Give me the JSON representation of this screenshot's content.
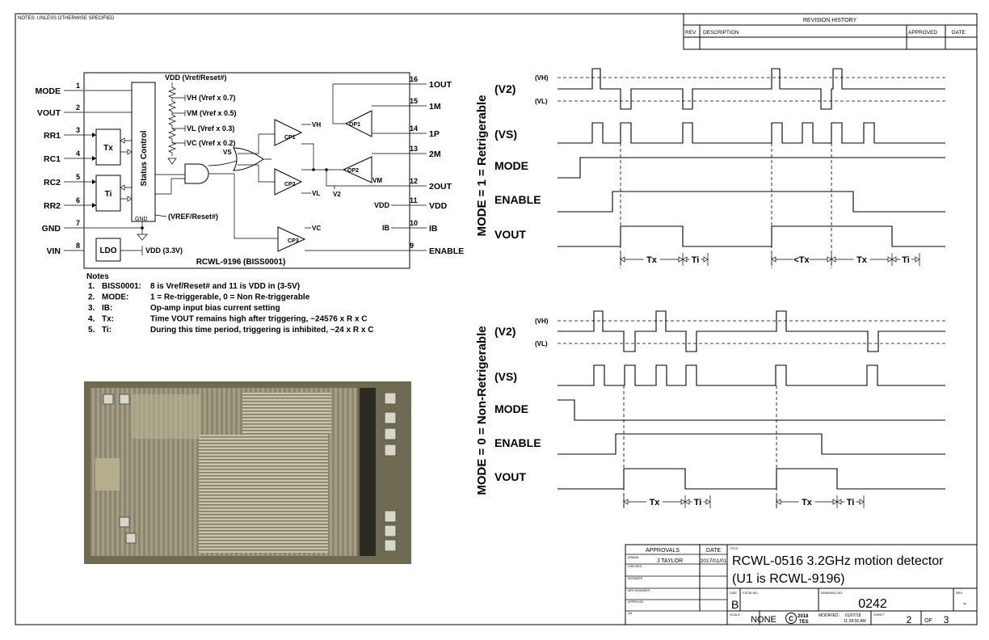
{
  "notes_header": "NOTES:  UNLESS OTHERWISE SPECIFIED",
  "revision": {
    "title": "REVISION HISTORY",
    "col_rev": "REV",
    "col_description": "DESCRIPTION",
    "col_approved": "APPROVED",
    "col_date": "DATE"
  },
  "schematic": {
    "chip_name": "RCWL-9196 (BISS0001)",
    "status_control": "Status Control",
    "gnd_inner": "GND",
    "vref_reset_inner": "(VREF/Reset#)",
    "vdd_top": "VDD (Vref/Reset#)",
    "ladder": [
      "VH (Vref x 0.7)",
      "VM (Vref x 0.5)",
      "VL (Vref x 0.3)",
      "VC (Vref x 0.2)"
    ],
    "vs": "VS",
    "v2": "V2",
    "tx": "Tx",
    "ti": "Ti",
    "ldo": "LDO",
    "vdd33": "VDD (3.3V)",
    "cp1": "CP1",
    "cp2": "CP2",
    "cp3": "CP3",
    "op1": "OP1",
    "op2": "OP2",
    "cp1_in": "VH",
    "cp2_in": "VL",
    "cp3_in": "VC",
    "op2_in": "VM",
    "vdd_in": "VDD",
    "ib_in": "IB",
    "left_pins": [
      {
        "num": "1",
        "name": "MODE"
      },
      {
        "num": "2",
        "name": "VOUT"
      },
      {
        "num": "3",
        "name": "RR1"
      },
      {
        "num": "4",
        "name": "RC1"
      },
      {
        "num": "5",
        "name": "RC2"
      },
      {
        "num": "6",
        "name": "RR2"
      },
      {
        "num": "7",
        "name": "GND"
      },
      {
        "num": "8",
        "name": "VIN"
      }
    ],
    "right_pins": [
      {
        "num": "16",
        "name": "1OUT"
      },
      {
        "num": "15",
        "name": "1M"
      },
      {
        "num": "14",
        "name": "1P"
      },
      {
        "num": "13",
        "name": "2M"
      },
      {
        "num": "12",
        "name": "2OUT"
      },
      {
        "num": "11",
        "name": "VDD"
      },
      {
        "num": "10",
        "name": "IB"
      },
      {
        "num": "9",
        "name": "ENABLE"
      }
    ]
  },
  "notes": {
    "title": "Notes",
    "items": [
      {
        "num": "1.",
        "key": "BISS0001:",
        "text": "8 is Vref/Reset# and 11 is VDD in (3-5V)"
      },
      {
        "num": "2.",
        "key": "MODE:",
        "text": "1 = Re-triggerable, 0 = Non Re-triggerable"
      },
      {
        "num": "3.",
        "key": "IB:",
        "text": "Op-amp input bias current setting"
      },
      {
        "num": "4.",
        "key": "Tx:",
        "text": "Time VOUT remains high after triggering, ~24576 x R x C"
      },
      {
        "num": "5.",
        "key": "Ti:",
        "text": "During this time period, triggering is inhibited, ~24 x R x C"
      }
    ]
  },
  "timing_top": {
    "side_label": "MODE = 1 = Retrigerable",
    "vh": "(VH)",
    "vl": "(VL)",
    "signals": [
      "(V2)",
      "(VS)",
      "MODE",
      "ENABLE",
      "VOUT"
    ],
    "intervals": [
      "Tx",
      "Ti",
      "<Tx",
      "Tx",
      "Ti"
    ]
  },
  "timing_bottom": {
    "side_label": "MODE = 0 = Non-Retrigerable",
    "vh": "(VH)",
    "vl": "(VL)",
    "signals": [
      "(V2)",
      "(VS)",
      "MODE",
      "ENABLE",
      "VOUT"
    ],
    "intervals": [
      "Tx",
      "Ti",
      "Tx",
      "Ti"
    ]
  },
  "title_block": {
    "approvals": "APPROVALS",
    "date_hdr": "DATE",
    "drawn_label": "DRAWN",
    "drawn_by": "J TAYLOR",
    "drawn_date": "2017/01/01",
    "row_labels": [
      "CHECKED",
      "ENGINEER",
      "MFG ENGINEER",
      "APPROVED",
      "QA"
    ],
    "title_label": "TITLE",
    "title_line1": "RCWL-0516 3.2GHz motion detector",
    "title_line2": "(U1 is RCWL-9196)",
    "size_label": "SIZE",
    "size": "B",
    "fscm_label": "FSCM NO.",
    "dwg_label": "DRAWING NO.",
    "dwg_no": "0242",
    "rev_label": "REV.",
    "rev": "-",
    "scale_label": "SCALE",
    "scale": "NONE",
    "copyright_symbol": "C",
    "copyright_year": "2018",
    "copyright_org": "TES",
    "modified_label": "MODIFIED:",
    "modified_date": "01/07/18",
    "modified_time": "11:28:56 AM",
    "sheet_label": "SHEET",
    "sheet": "2",
    "of_label": "OF",
    "sheet_total": "3"
  }
}
